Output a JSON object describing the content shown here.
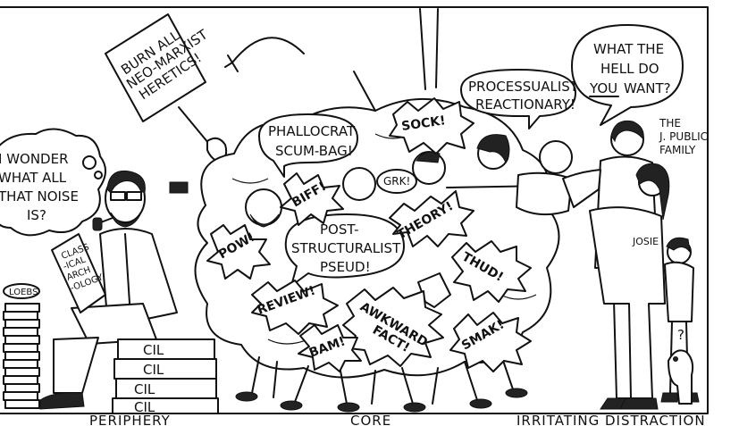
{
  "thought": {
    "line1": "I WONDER",
    "line2": "WHAT ALL",
    "line3": "THAT NOISE",
    "line4": "IS?"
  },
  "sign": {
    "line1": "BURN ALL",
    "line2": "NEO-MARXIST",
    "line3": "HERETICS!"
  },
  "book_cover": {
    "line1": "CLASS",
    "line2": "-ICAL",
    "line3": "ARCH",
    "line4": "-OLOGY"
  },
  "loebs_label": "LOEBS",
  "cil_books": [
    "CIL",
    "CIL",
    "CIL",
    "CIL"
  ],
  "speech": {
    "phallocrat_1": "PHALLOCRAT",
    "phallocrat_2": "SCUM-BAG!",
    "processualist_1": "PROCESSUALIST",
    "processualist_2": "REACTIONARY!",
    "whatthehell_1": "WHAT THE",
    "whatthehell_2": "HELL DO",
    "whatthehell_you": "YOU",
    "whatthehell_3": "WANT?",
    "post_1": "POST-",
    "post_2": "STRUCTURALIST",
    "post_3": "PSEUD!",
    "grk": "GRK!"
  },
  "sfx": {
    "sock": "SOCK!",
    "biff": "BIFF!",
    "theory": "THEORY!",
    "pow": "POW!",
    "review": "REVIEW!",
    "awkward_1": "AWKWARD",
    "awkward_2": "FACT!",
    "thud": "THUD!",
    "bam": "BAM!",
    "smak": "SMAK!"
  },
  "family_label": {
    "line1": "THE",
    "line2": "J. PUBLIC",
    "line3": "FAMILY"
  },
  "shirt_text": "JOSIE",
  "question_mark": "?",
  "captions": {
    "left": "PERIPHERY",
    "middle": "CORE",
    "right": "IRRITATING DISTRACTION"
  }
}
